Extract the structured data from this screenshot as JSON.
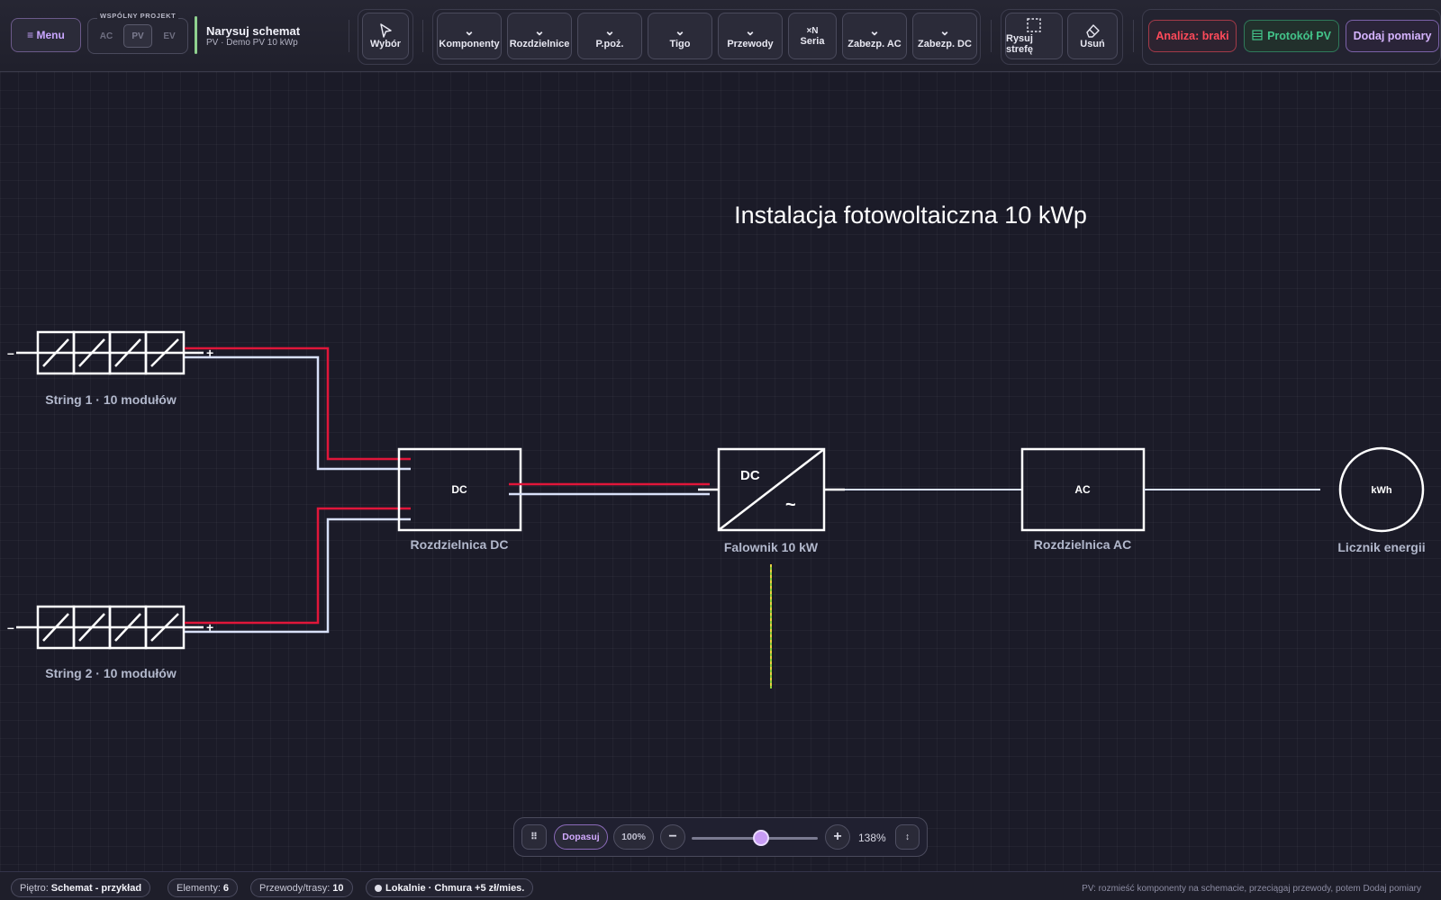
{
  "toolbar": {
    "menu_label": "≡ Menu",
    "project_group_label": "WSPÓLNY PROJEKT",
    "project_tabs": [
      "AC",
      "PV",
      "EV"
    ],
    "active_project_tab": "PV",
    "doc_title": "Narysuj schemat",
    "doc_subtitle": "PV · Demo PV 10 kWp",
    "select_label": "Wybór",
    "tools": [
      {
        "label": "Komponenty",
        "icon": "chevron-down-icon"
      },
      {
        "label": "Rozdzielnice",
        "icon": "chevron-down-icon"
      },
      {
        "label": "P.poż.",
        "icon": "chevron-down-icon"
      },
      {
        "label": "Tigo",
        "icon": "chevron-down-icon"
      },
      {
        "label": "Przewody",
        "icon": "chevron-down-icon"
      },
      {
        "label": "×N",
        "label2": "Seria",
        "icon": "multiply-icon"
      },
      {
        "label": "Zabezp. AC",
        "icon": "chevron-down-icon"
      },
      {
        "label": "Zabezp. DC",
        "icon": "chevron-down-icon"
      }
    ],
    "zone_label": "Rysuj strefę",
    "delete_label": "Usuń",
    "analysis_label": "Analiza: braki",
    "protocol_label": "Protokół PV",
    "measure_label": "Dodaj pomiary"
  },
  "diagram": {
    "title": "Instalacja fotowoltaiczna 10 kWp",
    "string1_label": "String 1 · 10 modułów",
    "string2_label": "String 2 · 10 modułów",
    "dc_box_text": "DC",
    "dc_box_label": "Rozdzielnica DC",
    "inverter_dc": "DC",
    "inverter_ac": "~",
    "inverter_label": "Falownik 10 kW",
    "ac_box_text": "AC",
    "ac_box_label": "Rozdzielnica AC",
    "meter_text": "kWh",
    "meter_label": "Licznik energii",
    "minus": "–",
    "plus": "+",
    "colors": {
      "positive_wire": "#e0163a",
      "negative_wire": "#d8e0f8",
      "earth_wire": "#8fcf3a"
    }
  },
  "zoom": {
    "fit_label": "Dopasuj",
    "reset_label": "100%",
    "zoom_out": "−",
    "zoom_in": "+",
    "level_fraction": 0.55,
    "percent": "138%"
  },
  "status": {
    "floor_key": "Piętro:",
    "floor_val": "Schemat - przykład",
    "elements_key": "Elementy:",
    "elements_val": "6",
    "wires_key": "Przewody/trasy:",
    "wires_val": "10",
    "storage_label": "Lokalnie · Chmura +5 zł/mies.",
    "hint": "PV: rozmieść komponenty na schemacie, przeciągaj przewody, potem Dodaj pomiary"
  }
}
